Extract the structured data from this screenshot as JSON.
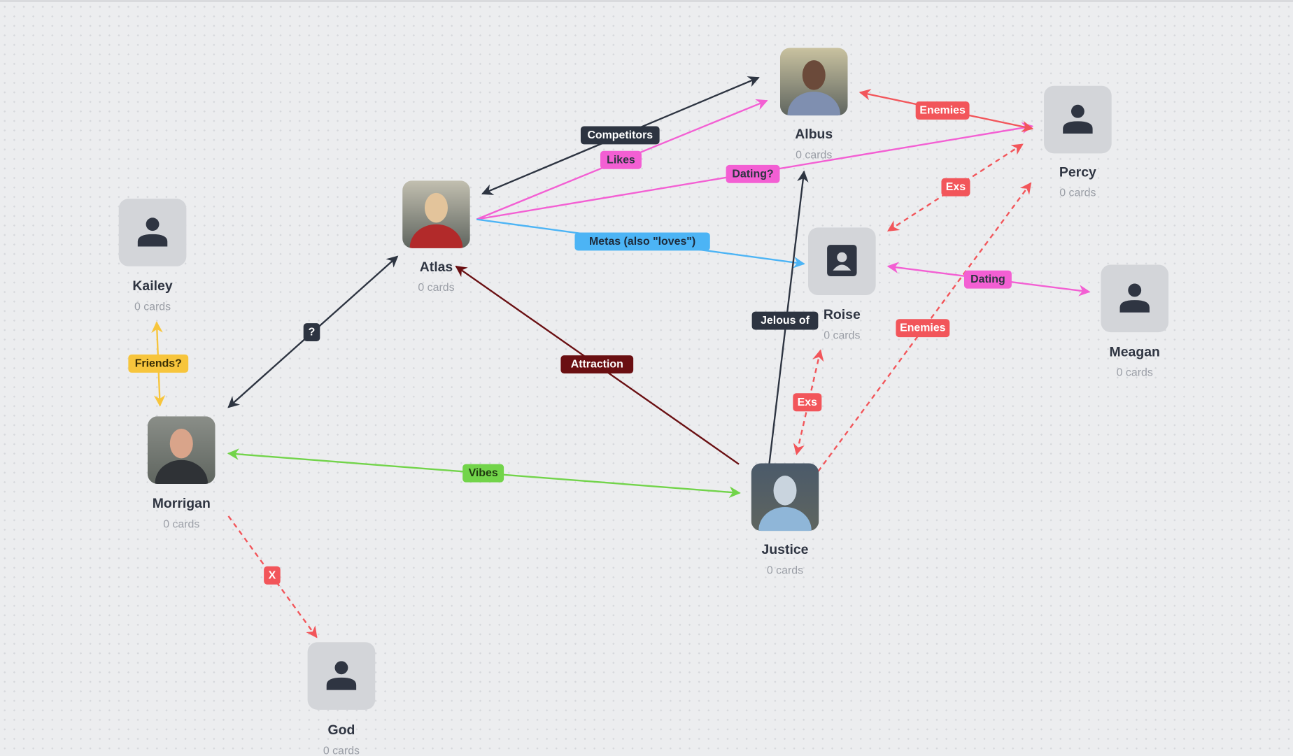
{
  "nodes": [
    {
      "id": "albus",
      "name": "Albus",
      "cards": "0 cards",
      "avatar": "portrait"
    },
    {
      "id": "percy",
      "name": "Percy",
      "cards": "0 cards",
      "avatar": "person-icon"
    },
    {
      "id": "atlas",
      "name": "Atlas",
      "cards": "0 cards",
      "avatar": "portrait"
    },
    {
      "id": "kailey",
      "name": "Kailey",
      "cards": "0 cards",
      "avatar": "person-icon"
    },
    {
      "id": "roise",
      "name": "Roise",
      "cards": "0 cards",
      "avatar": "contact-card-icon"
    },
    {
      "id": "meagan",
      "name": "Meagan",
      "cards": "0 cards",
      "avatar": "person-icon"
    },
    {
      "id": "morrigan",
      "name": "Morrigan",
      "cards": "0 cards",
      "avatar": "portrait"
    },
    {
      "id": "justice",
      "name": "Justice",
      "cards": "0 cards",
      "avatar": "portrait"
    },
    {
      "id": "god",
      "name": "God",
      "cards": "0 cards",
      "avatar": "person-icon"
    }
  ],
  "edges": [
    {
      "label": "Competitors",
      "from": "atlas",
      "to": "albus",
      "color": "#2d3441",
      "text": "#ffffff",
      "style": "solid",
      "both": true
    },
    {
      "label": "Likes",
      "from": "atlas",
      "to": "albus",
      "color": "#f35fd3",
      "text": "#2d3441",
      "style": "solid",
      "both": false
    },
    {
      "label": "Dating?",
      "from": "atlas",
      "to": "percy",
      "color": "#f35fd3",
      "text": "#2d3441",
      "style": "solid",
      "both": false
    },
    {
      "label": "Metas (also \"loves\")",
      "from": "atlas",
      "to": "roise",
      "color": "#4cb4f5",
      "text": "#1d2a3a",
      "style": "solid",
      "both": false
    },
    {
      "label": "Enemies",
      "from": "albus",
      "to": "percy",
      "color": "#f2555a",
      "text": "#ffffff",
      "style": "solid",
      "both": true
    },
    {
      "label": "Exs",
      "from": "percy",
      "to": "roise",
      "color": "#f2555a",
      "text": "#ffffff",
      "style": "dashed",
      "both": true
    },
    {
      "label": "Enemies",
      "from": "justice",
      "to": "percy",
      "color": "#f2555a",
      "text": "#ffffff",
      "style": "dashed",
      "both": false
    },
    {
      "label": "Dating",
      "from": "roise",
      "to": "meagan",
      "color": "#f35fd3",
      "text": "#2d3441",
      "style": "solid",
      "both": true
    },
    {
      "label": "Jelous of",
      "from": "justice",
      "to": "albus",
      "color": "#2d3441",
      "text": "#ffffff",
      "style": "solid",
      "both": false
    },
    {
      "label": "Exs",
      "from": "roise",
      "to": "justice",
      "color": "#f2555a",
      "text": "#ffffff",
      "style": "dashed",
      "both": true
    },
    {
      "label": "Attraction",
      "from": "justice",
      "to": "atlas",
      "color": "#6a0f12",
      "text": "#ffffff",
      "style": "solid",
      "both": false
    },
    {
      "label": "?",
      "from": "morrigan",
      "to": "atlas",
      "color": "#2d3441",
      "text": "#ffffff",
      "style": "solid",
      "both": true
    },
    {
      "label": "Friends?",
      "from": "kailey",
      "to": "morrigan",
      "color": "#f7c53c",
      "text": "#3a2e05",
      "style": "solid",
      "both": true
    },
    {
      "label": "Vibes",
      "from": "morrigan",
      "to": "justice",
      "color": "#72d44a",
      "text": "#1f3a10",
      "style": "solid",
      "both": true
    },
    {
      "label": "X",
      "from": "morrigan",
      "to": "god",
      "color": "#f2555a",
      "text": "#ffffff",
      "style": "dashed",
      "both": false
    }
  ]
}
